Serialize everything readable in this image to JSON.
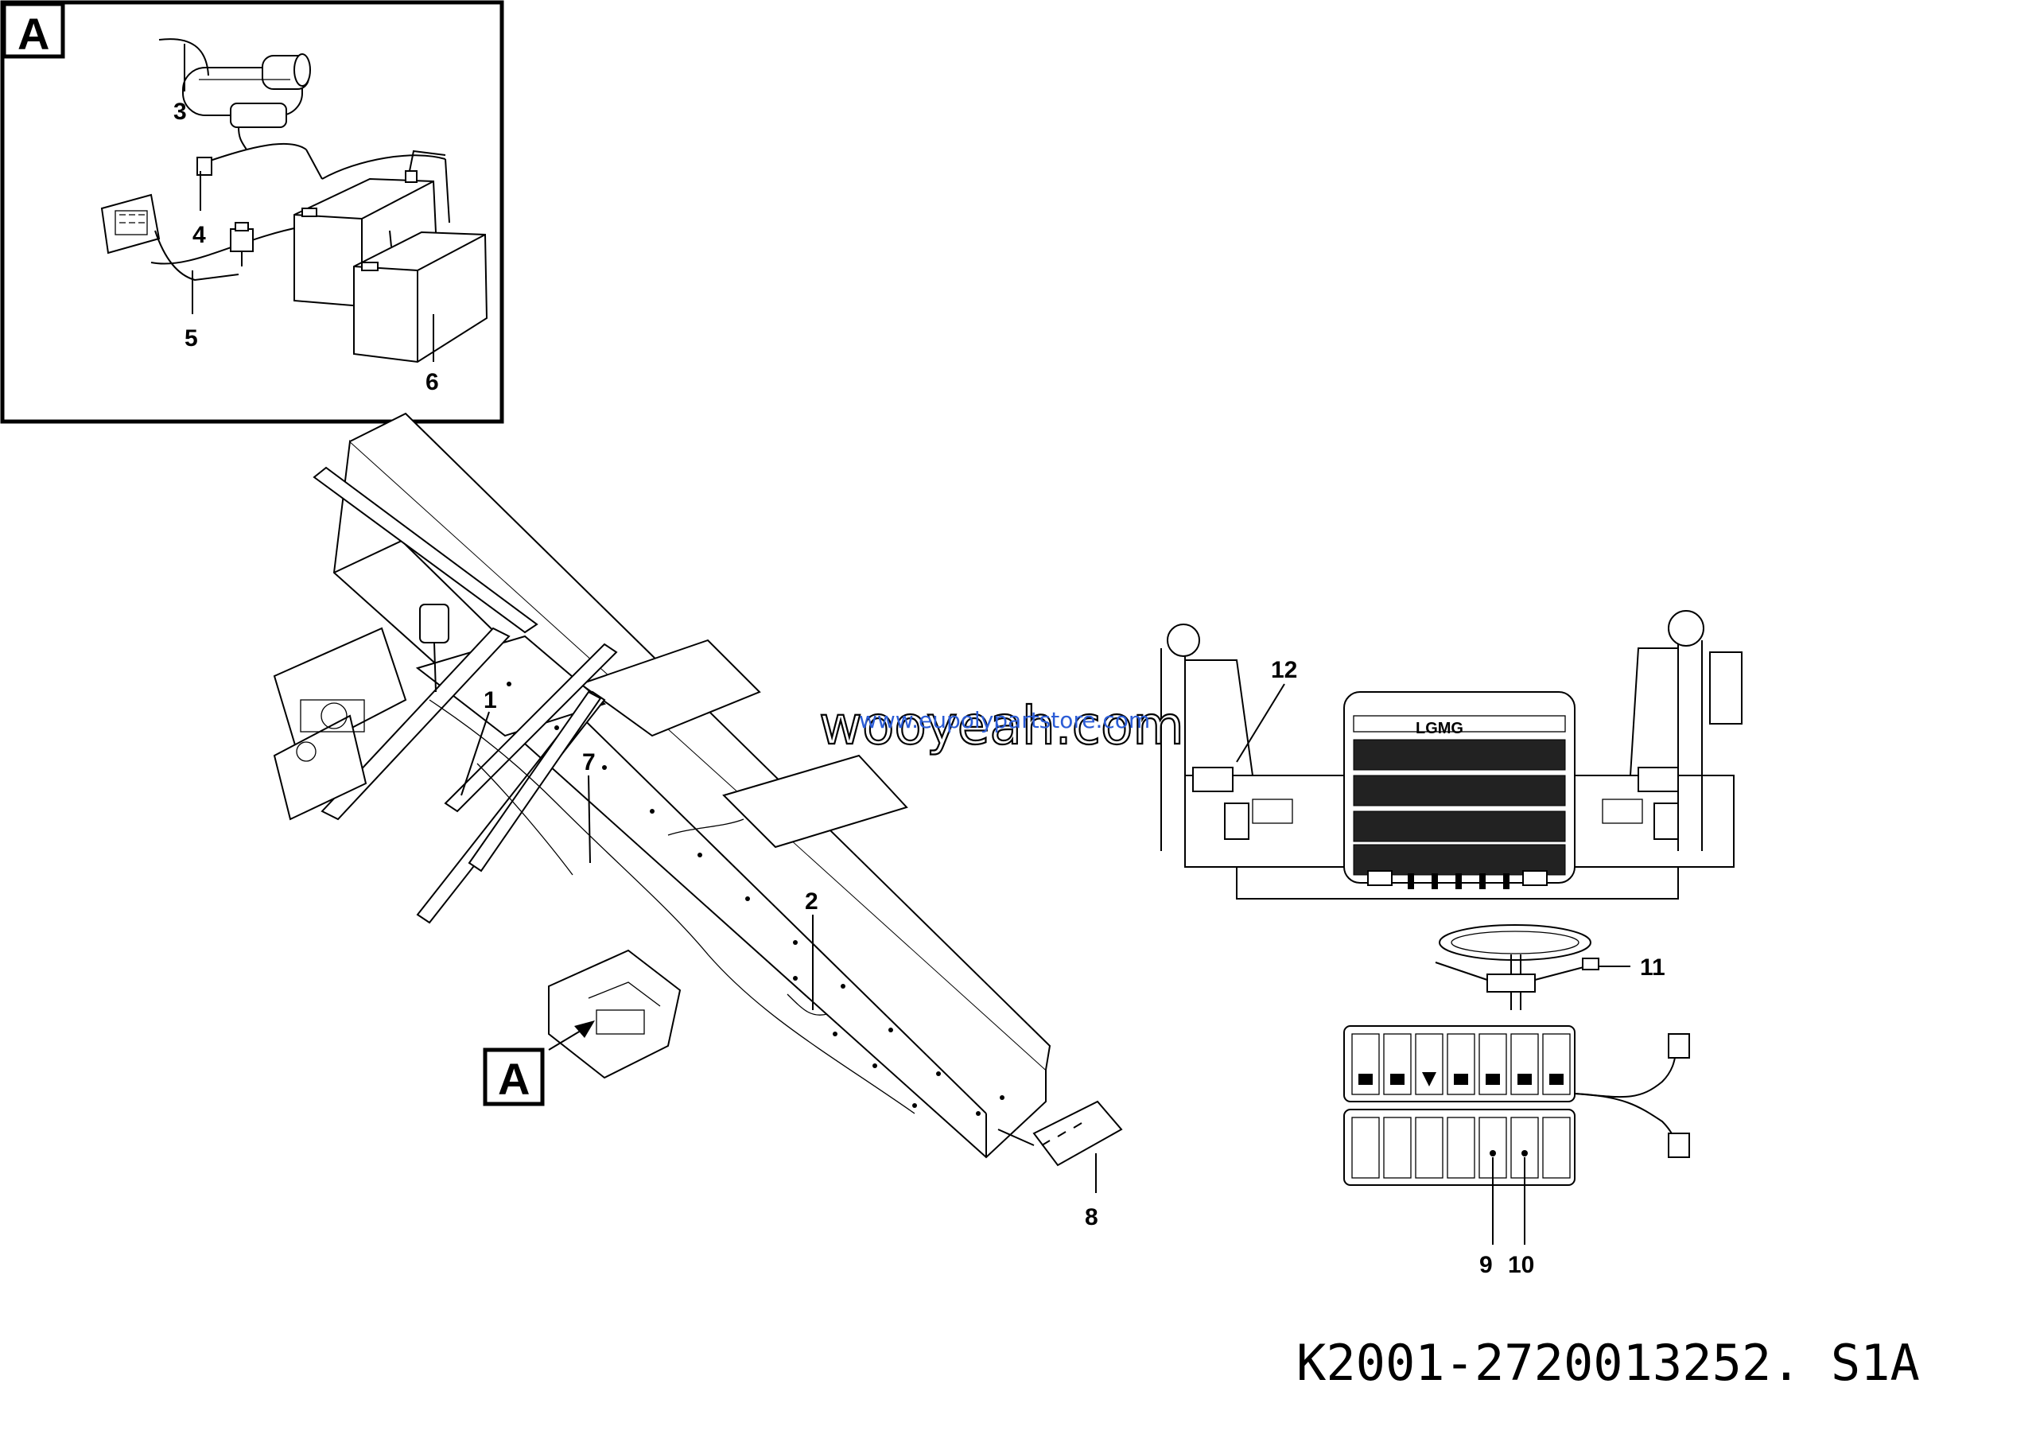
{
  "detail_box": {
    "label": "A"
  },
  "callout_box": {
    "label": "A"
  },
  "part_numbers": [
    "1",
    "2",
    "3",
    "4",
    "5",
    "6",
    "7",
    "8",
    "9",
    "10",
    "11",
    "12"
  ],
  "watermark": {
    "primary": "wooyeah.com",
    "secondary": "www.eupolypartstore.com"
  },
  "radiator_brand": "LGMG",
  "drawing_code": "K2001-2720013252. S1A",
  "colors": {
    "line": "#000000",
    "background": "#ffffff",
    "watermark_link": "#2b5cd6"
  }
}
